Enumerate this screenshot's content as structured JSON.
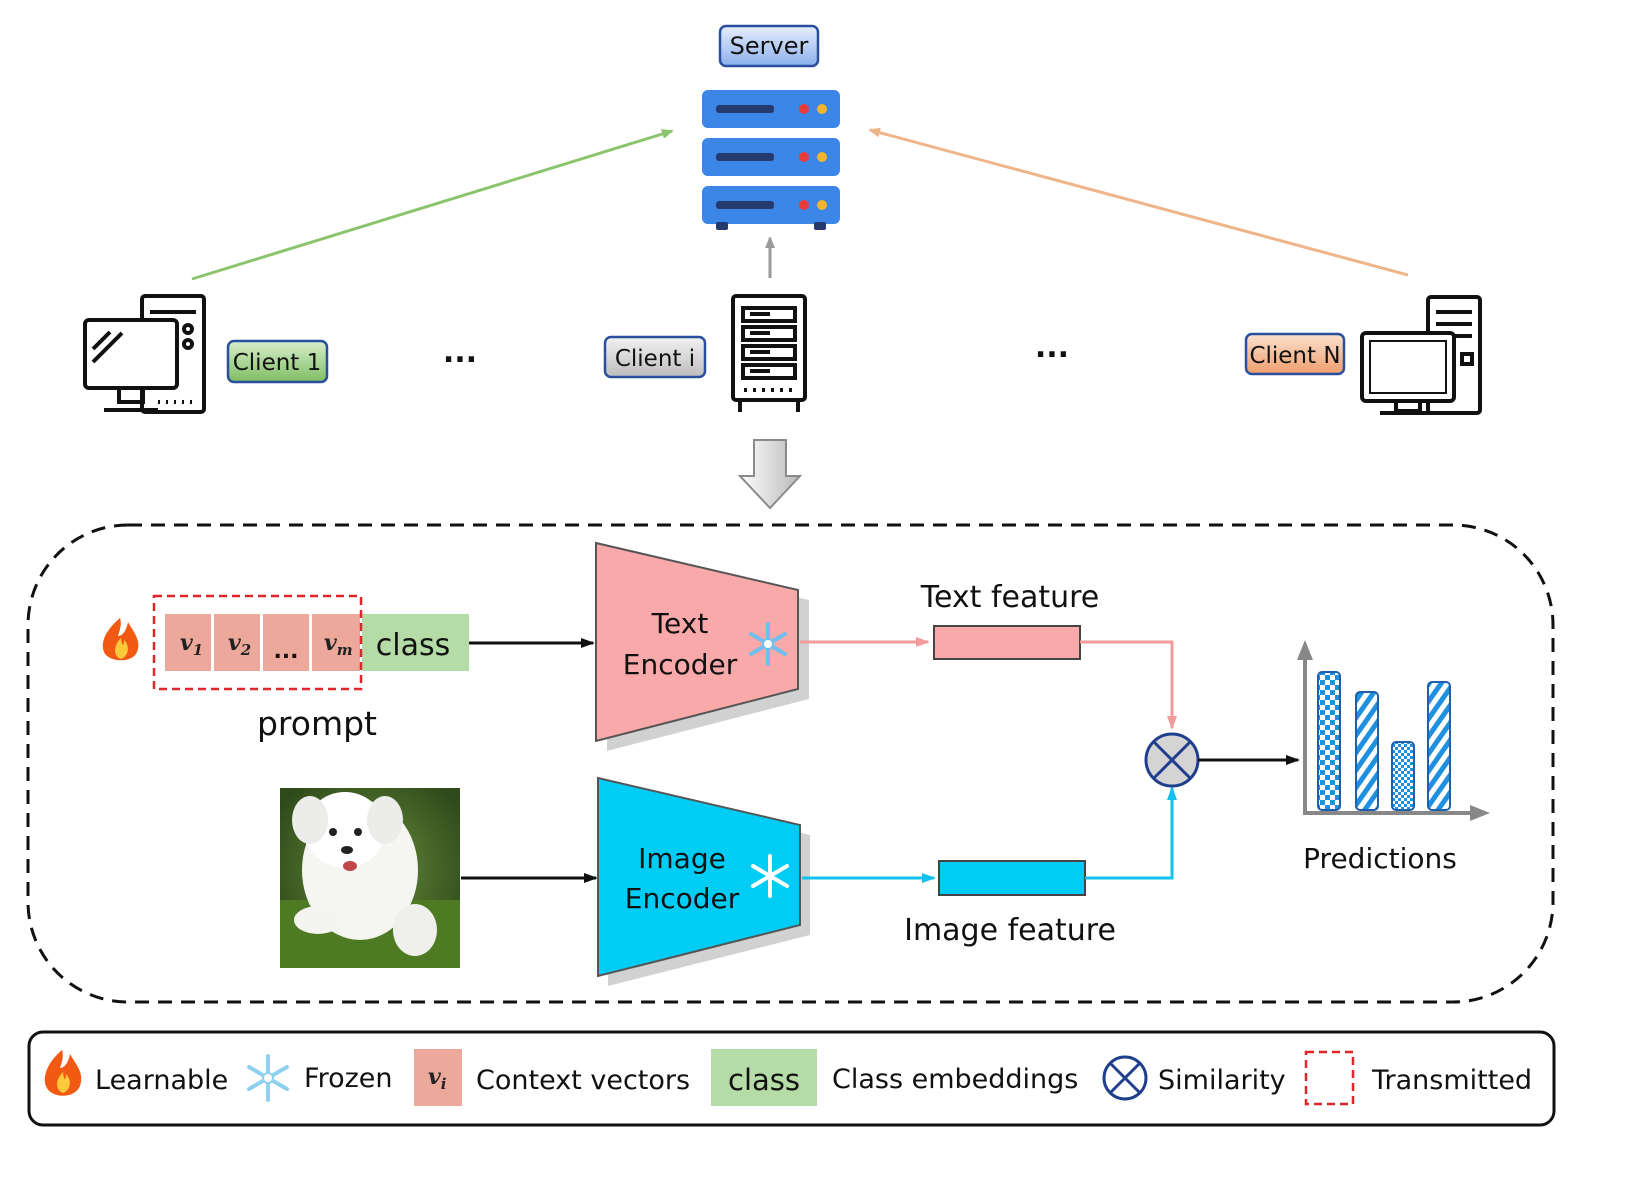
{
  "server": {
    "label": "Server"
  },
  "clients": {
    "client_1": "Client 1",
    "client_i": "Client i",
    "client_n": "Client N",
    "ellipsis": "..."
  },
  "prompt": {
    "v1": "v",
    "v1_sub": "1",
    "v2": "v",
    "v2_sub": "2",
    "dots": "...",
    "vm": "v",
    "vm_sub": "m",
    "class": "class",
    "label": "prompt"
  },
  "text_encoder": {
    "line1": "Text",
    "line2": "Encoder"
  },
  "image_encoder": {
    "line1": "Image",
    "line2": "Encoder"
  },
  "text_feature": "Text feature",
  "image_feature": "Image feature",
  "predictions": "Predictions",
  "legend": {
    "learnable": "Learnable",
    "frozen": "Frozen",
    "ctx_symbol": "v",
    "ctx_sub": "i",
    "context_vectors": "Context vectors",
    "class_box": "class",
    "class_embeddings": "Class embeddings",
    "similarity": "Similarity",
    "transmitted": "Transmitted"
  },
  "colors": {
    "client1_green": "#8cc46d",
    "clientn_orange": "#f0b48a",
    "text_encoder": "#f9a9a9",
    "image_encoder": "#00cdf5",
    "context": "#eca89a",
    "class": "#b5dca6",
    "server_blue": "#3b86e6"
  }
}
